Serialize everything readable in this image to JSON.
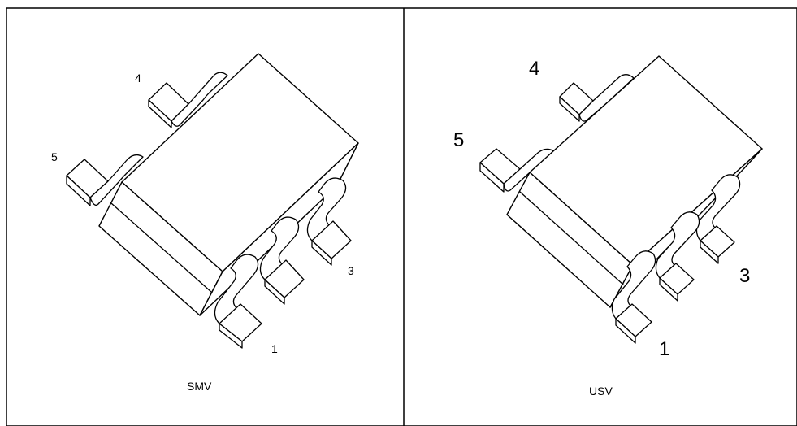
{
  "panels": [
    {
      "package_label": "SMV",
      "pins": {
        "p1": "1",
        "p3": "3",
        "p4": "4",
        "p5": "5"
      }
    },
    {
      "package_label": "USV",
      "pins": {
        "p1": "1",
        "p3": "3",
        "p4": "4",
        "p5": "5"
      }
    }
  ],
  "colors": {
    "line": "#000000",
    "background": "#ffffff"
  }
}
